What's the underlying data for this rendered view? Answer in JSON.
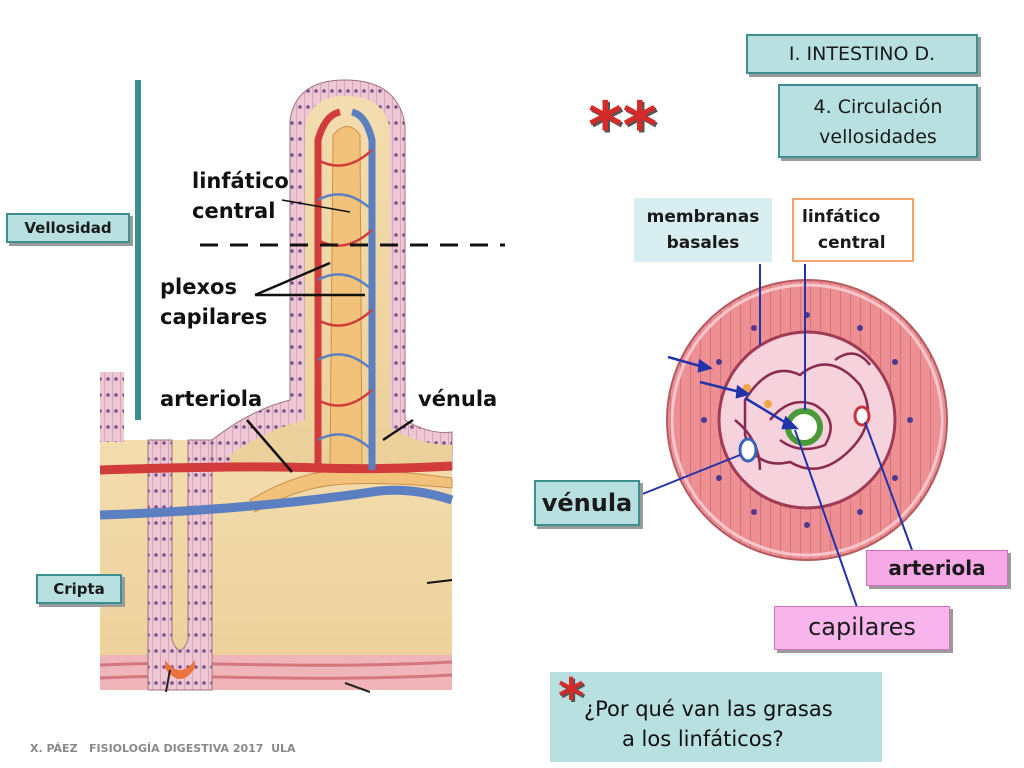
{
  "header": {
    "section": "I. INTESTINO D.",
    "subtitle_1": "4. Circulación",
    "subtitle_2": "vellosidades"
  },
  "stars": {
    "double": "**",
    "single": "*"
  },
  "left_labels": {
    "vellosidad": "Vellosidad",
    "cripta": "Cripta",
    "linfatico_central_1": "linfático",
    "linfatico_central_2": "central",
    "plexos_1": "plexos",
    "plexos_2": "capilares",
    "arteriola": "arteriola",
    "venula": "vénula"
  },
  "right_labels": {
    "membranas_1": "membranas",
    "membranas_2": "basales",
    "linfatico_1": "linfático",
    "linfatico_2": "central",
    "venula": "vénula",
    "arteriola": "arteriola",
    "capilares": "capilares"
  },
  "question": {
    "line1": "¿Por qué van las grasas",
    "line2": "a los linfáticos?"
  },
  "footer": "X. PÁEZ   FISIOLOGÍA DIGESTIVA 2017  ULA",
  "colors": {
    "teal_box": "#b8e0e0",
    "pink_box": "#f7a8e6",
    "star_red": "#d42a2a"
  }
}
